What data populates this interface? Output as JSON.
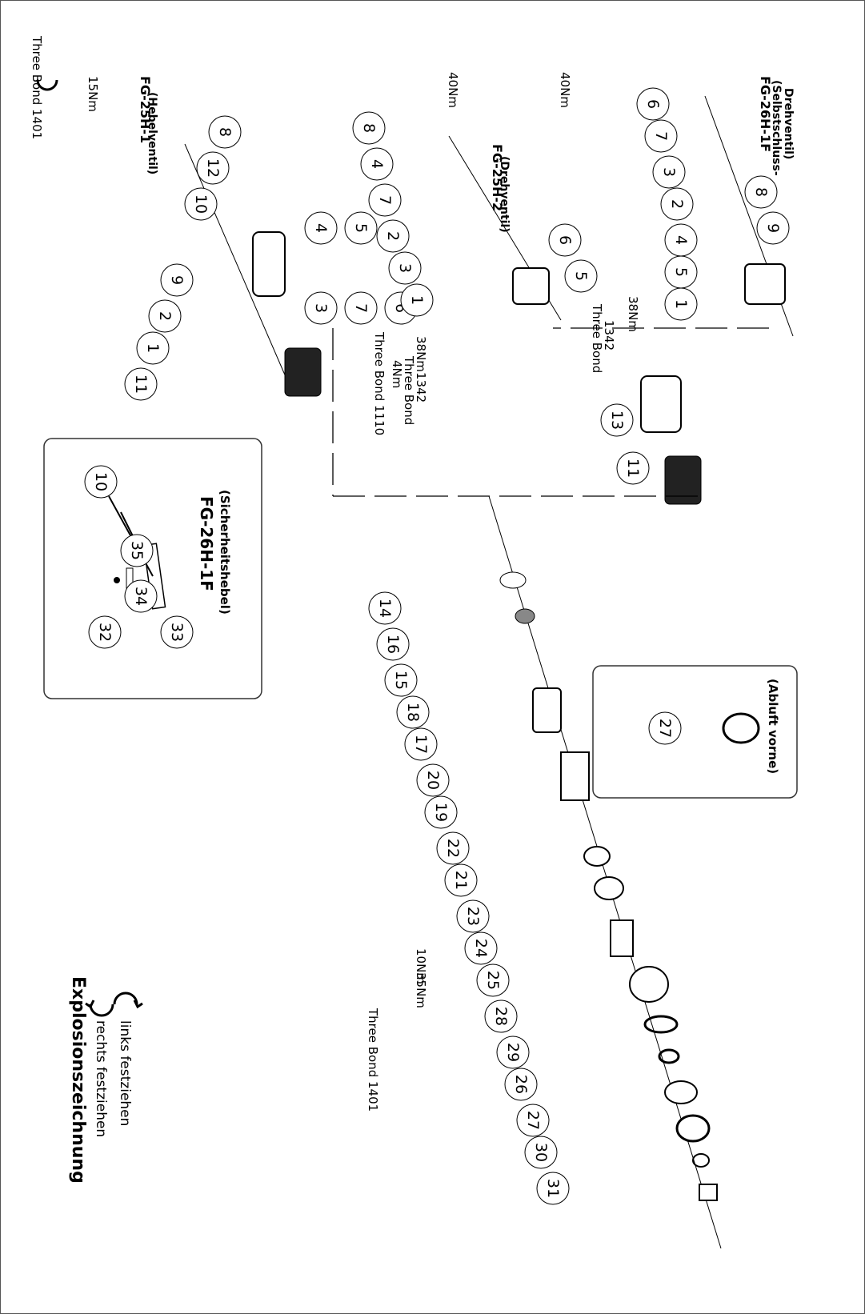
{
  "title": "Explosionszeichnung",
  "legend": {
    "right_label": "rechts festziehen",
    "left_label": "links festziehen"
  },
  "insets": {
    "lever_title": "FG-26H-1F",
    "lever_subtitle": "(Sicherheitshebel)",
    "exhaust_label": "(Abluft vorne)"
  },
  "valves": {
    "v1_name": "FG-25H-1",
    "v1_sub": "(Hebelventil)",
    "v2_name": "FG-25H-2",
    "v2_sub": "(Drehventil)",
    "v3_name": "FG-26H-1F",
    "v3_sub1": "(Selbstschluss-",
    "v3_sub2": "Drehventil)"
  },
  "annotations": {
    "tb1401_a": "Three Bond 1401",
    "tb1401_b": "Three Bond 1401",
    "tb1110": "Three Bond 1110",
    "tb1342_a1": "Three Bond",
    "tb1342_a2": "1342",
    "tb1342_b1": "Three Bond",
    "tb1342_b2": "1342",
    "t15": "15Nm",
    "t40a": "40Nm",
    "t40b": "40Nm",
    "t4": "4Nm",
    "t38a": "38Nm",
    "t38b": "38Nm",
    "t10": "10Nm",
    "t35": "35Nm"
  },
  "callouts": {
    "a1": "1",
    "a2": "2",
    "a3": "3",
    "a4": "4",
    "a5": "5",
    "a6": "6",
    "a7": "7",
    "a8": "8",
    "a9": "9",
    "a10": "10",
    "a11": "11",
    "a12": "12",
    "b1": "1",
    "b2": "2",
    "b3": "3",
    "b4": "4",
    "b5": "5",
    "b6": "6",
    "b7": "7",
    "b8": "8",
    "c1": "1",
    "c2": "2",
    "c3": "3",
    "c4": "4",
    "c5": "5",
    "c6": "6",
    "c7": "7",
    "c8": "8",
    "c9": "9",
    "c11": "11",
    "c13": "13",
    "d10": "10",
    "d32": "32",
    "d33": "33",
    "d34": "34",
    "d35": "35",
    "m14": "14",
    "m15": "15",
    "m16": "16",
    "m17": "17",
    "m18": "18",
    "m19": "19",
    "m20": "20",
    "m21": "21",
    "m22": "22",
    "m23": "23",
    "m24": "24",
    "m25": "25",
    "m26": "26",
    "m27": "27",
    "m28": "28",
    "m29": "29",
    "m30": "30",
    "m31": "31",
    "e27": "27"
  }
}
